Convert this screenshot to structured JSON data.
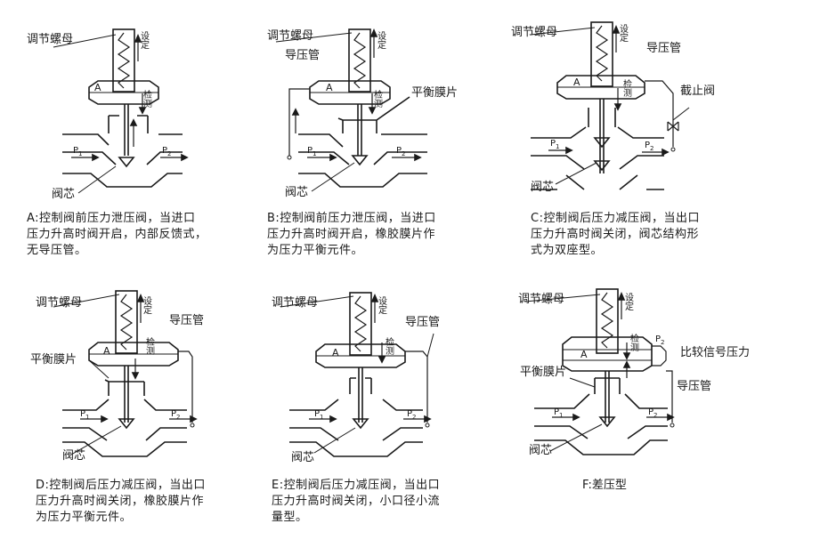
{
  "labels": {
    "adjust_nut": "调节螺母",
    "setting": "设定",
    "detect": "检测",
    "chamber": "A",
    "valve_core": "阀芯",
    "pilot_tube": "导压管",
    "balance_diaphragm": "平衡膜片",
    "stop_valve": "截止阀",
    "compare_signal": "比较信号压力",
    "p1": "P",
    "p1_sub": "1",
    "p2": "P",
    "p2_sub": "2"
  },
  "captions": {
    "a": [
      "A:控制阀前压力泄压阀，当进口",
      "压力升高时阀开启，内部反馈式，",
      "无导压管。"
    ],
    "b": [
      "B:控制阀前压力泄压阀，当进口",
      "压力升高时阀开启，橡胶膜片作",
      "为压力平衡元件。"
    ],
    "c": [
      "C:控制阀后压力减压阀，当出口",
      "压力升高时阀关闭，阀芯结构形",
      "式为双座型。"
    ],
    "d": [
      "D:控制阀后压力减压阀，当出口",
      "压力升高时阀关闭，橡胶膜片作",
      "为压力平衡元件。"
    ],
    "e": [
      "E:控制阀后压力减压阀，当出口",
      "压力升高时阀关闭，小口径小流",
      "量型。"
    ],
    "f": "F:差压型"
  }
}
